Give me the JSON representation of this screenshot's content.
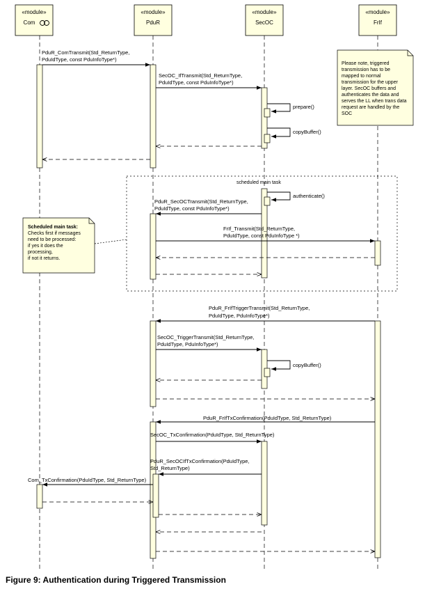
{
  "diagram": {
    "lifelines": [
      {
        "stereotype": "«module»",
        "name": "Com"
      },
      {
        "stereotype": "«module»",
        "name": "PduR"
      },
      {
        "stereotype": "«module»",
        "name": "SecOC"
      },
      {
        "stereotype": "«module»",
        "name": "FrIf"
      }
    ],
    "messages": [
      {
        "lines": [
          "PduR_ComTransmit(Std_ReturnType,",
          "PduIdType, const PduInfoType*)"
        ]
      },
      {
        "lines": [
          "SecOC_IfTransmit(Std_ReturnType,",
          "PduIdType, const PduInfoType*)"
        ]
      },
      {
        "lines": [
          "prepare()"
        ]
      },
      {
        "lines": [
          "copyBuffer()"
        ]
      },
      {
        "lines": [
          "authenticate()"
        ]
      },
      {
        "lines": [
          "PduR_SecOCTransmit(Std_ReturnType,",
          "PduIdType, const PduInfoType*)"
        ]
      },
      {
        "lines": [
          "FrIf_Transmit(Std_ReturnType,",
          "PduIdType, const PduInfoType *)"
        ]
      },
      {
        "lines": [
          "PduR_FrIfTriggerTransmit(Std_ReturnType,",
          "PduIdType, PduInfoType*)"
        ]
      },
      {
        "lines": [
          "SecOC_TriggerTransmit(Std_ReturnType,",
          "PduIdType, PduInfoType*)"
        ]
      },
      {
        "lines": [
          "copyBuffer()"
        ]
      },
      {
        "lines": [
          "PduR_FrIfTxConfirmation(PduIdType, Std_ReturnType)"
        ]
      },
      {
        "lines": [
          "SecOC_TxConfirmation(PduIdType, Std_ReturnType)"
        ]
      },
      {
        "lines": [
          "PduR_SecOCIfTxConfirmation(PduIdType,",
          "Std_ReturnType)"
        ]
      },
      {
        "lines": [
          "Com_TxConfirmation(PduIdType, Std_ReturnType)"
        ]
      }
    ],
    "fragment_label": "scheduled main task",
    "note_triggered": {
      "lines": [
        "Please note, triggered",
        "transmission has to be",
        "mapped to normal",
        "transmission for the upper",
        "layer. SecOC buffers and",
        "authenticates the data and",
        "serves the LL when trans data",
        "request are handled by the",
        "SOC"
      ]
    },
    "note_scheduled": {
      "title": "Scheduled main task:",
      "lines": [
        "Checks first if  messages",
        "need to be processed:",
        "if yes it does the",
        "processing,",
        "if not it returns."
      ]
    }
  },
  "caption": "Figure 9:  Authentication during Triggered Transmission"
}
